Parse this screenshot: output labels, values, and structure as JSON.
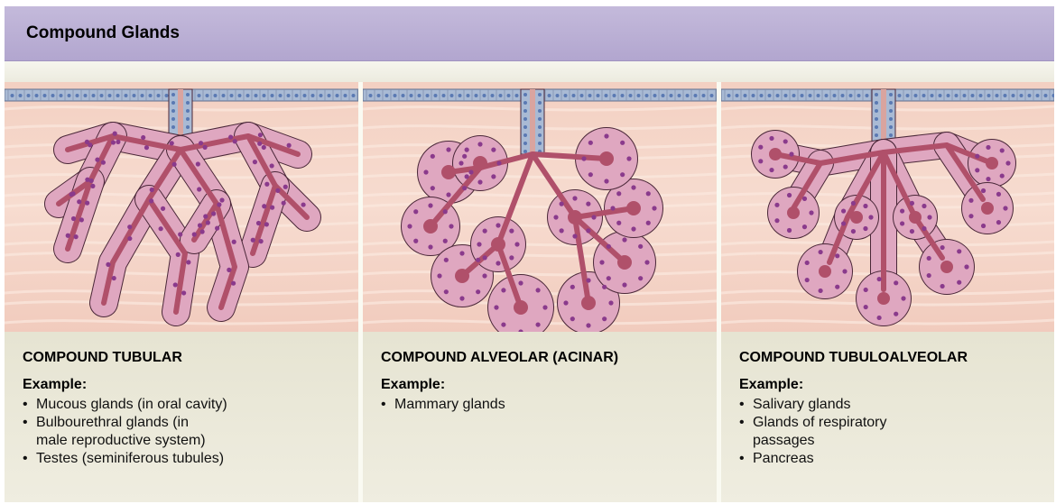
{
  "header": {
    "title": "Compound Glands"
  },
  "panels": [
    {
      "type": "tubular",
      "title": "COMPOUND TUBULAR",
      "example_label": "Example:",
      "examples": [
        "Mucous glands (in oral cavity)",
        "Bulbourethral glands (in\nmale reproductive system)",
        "Testes (seminiferous tubules)"
      ]
    },
    {
      "type": "alveolar",
      "title": "COMPOUND ALVEOLAR (ACINAR)",
      "example_label": "Example:",
      "examples": [
        "Mammary glands"
      ]
    },
    {
      "type": "tubuloalveolar",
      "title": "COMPOUND TUBULOALVEOLAR",
      "example_label": "Example:",
      "examples": [
        "Salivary glands",
        "Glands of respiratory\npassages",
        "Pancreas"
      ]
    }
  ],
  "colors": {
    "header_bg": "#b8aed3",
    "tissue": "#f5cfc0",
    "epithelium": "#a9bad4",
    "epithelial_nucleus": "#5a79b3",
    "secretory_cell": "#dfa7c0",
    "secretory_nucleus": "#8a3a8c",
    "lumen": "#b0506a",
    "caption_bg": "#e6e4d2"
  }
}
